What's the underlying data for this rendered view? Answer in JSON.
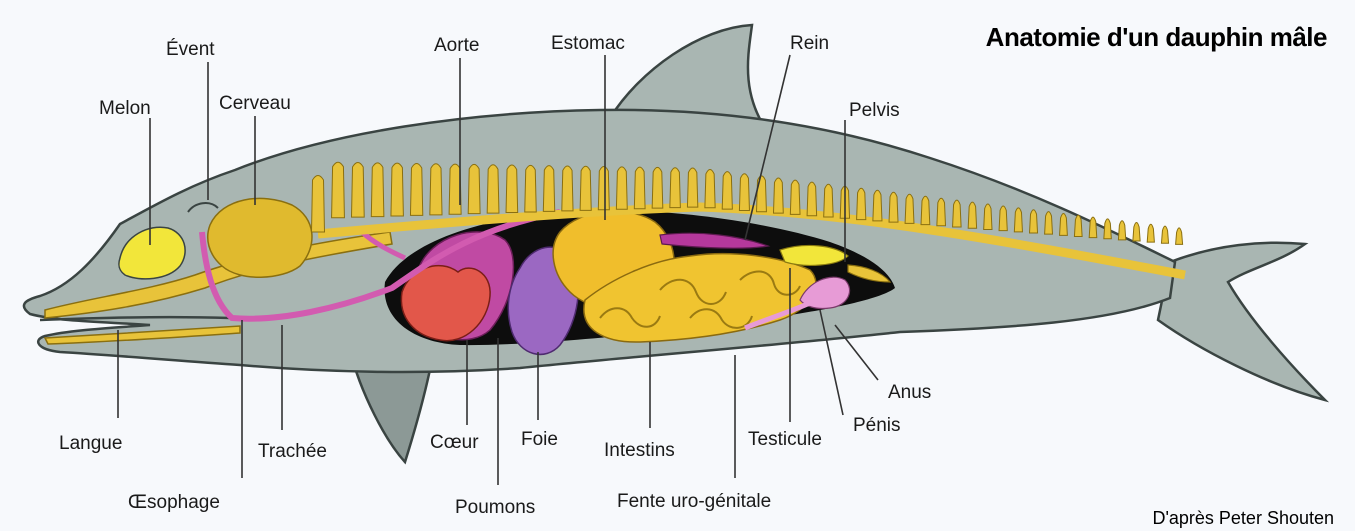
{
  "title": "Anatomie d'un dauphin mâle",
  "credit": "D'après Peter Shouten",
  "labels": {
    "event": "Évent",
    "melon": "Melon",
    "cerveau": "Cerveau",
    "aorte": "Aorte",
    "estomac": "Estomac",
    "rein": "Rein",
    "pelvis": "Pelvis",
    "langue": "Langue",
    "oesophage": "Œsophage",
    "trachee": "Trachée",
    "coeur": "Cœur",
    "poumons": "Poumons",
    "foie": "Foie",
    "intestins": "Intestins",
    "fente": "Fente uro-génitale",
    "testicule": "Testicule",
    "penis": "Pénis",
    "anus": "Anus"
  },
  "colors": {
    "body": "#a9b6b2",
    "body_outline": "#3a4442",
    "bone": "#e8c33a",
    "cavity": "#0d0d0d",
    "heart": "#e2574a",
    "lung": "#c04aa3",
    "liver": "#9b68c2",
    "stomach": "#f0be2c",
    "esophagus": "#d25bb0"
  }
}
